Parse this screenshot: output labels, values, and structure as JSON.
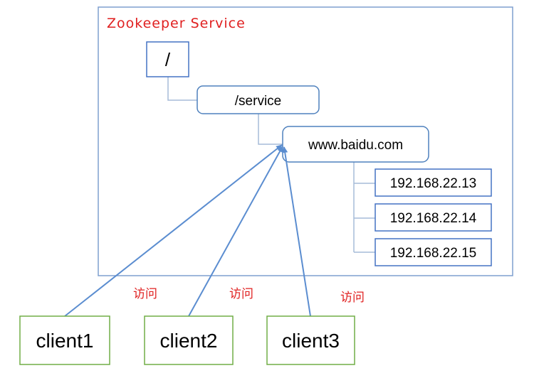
{
  "service": {
    "title": "Zookeeper Service",
    "title_color": "#e02020",
    "border_color": "#7f9fcf"
  },
  "tree": {
    "root": "/",
    "service_node": "/service",
    "domain_node": "www.baidu.com",
    "ips": [
      "192.168.22.13",
      "192.168.22.14",
      "192.168.22.15"
    ]
  },
  "clients": [
    "client1",
    "client2",
    "client3"
  ],
  "access_labels": [
    "访问",
    "访问",
    "访问"
  ],
  "colors": {
    "node_border": "#4472c4",
    "rounded_border": "#4f81bd",
    "connector": "#a6bcd8",
    "arrow": "#5b8dd0",
    "client_border": "#70ad47",
    "label": "#e02020"
  }
}
